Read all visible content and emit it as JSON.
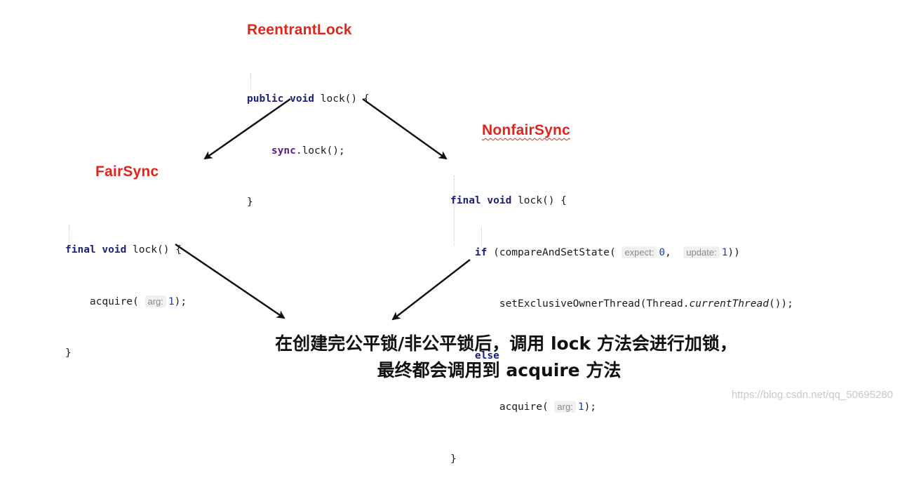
{
  "titles": {
    "reentrant": "ReentrantLock",
    "fair": "FairSync",
    "nonfair": "NonfairSync"
  },
  "reentrant_code": {
    "l1_kw": "public void",
    "l1_rest": " lock() {",
    "l2_sync": "sync",
    "l2_rest": ".lock();",
    "l3": "}"
  },
  "fair_code": {
    "l1_kw": "final void",
    "l1_rest": " lock() {",
    "l2_call": "acquire(",
    "l2_hint": "arg:",
    "l2_num": "1",
    "l2_end": ");",
    "l3": "}"
  },
  "nonfair_code": {
    "l1_kw": "final void",
    "l1_rest": " lock() {",
    "l2_if": "if",
    "l2_call": " (compareAndSetState(",
    "l2_hint1": "expect:",
    "l2_num1": "0",
    "l2_comma": ",",
    "l2_hint2": "update:",
    "l2_num2": "1",
    "l2_end": "))",
    "l3_call": "setExclusiveOwnerThread(Thread.",
    "l3_italic": "currentThread",
    "l3_end": "());",
    "l4_else": "else",
    "l5_call": "acquire(",
    "l5_hint": "arg:",
    "l5_num": "1",
    "l5_end": ");",
    "l6": "}"
  },
  "caption": {
    "line1": "在创建完公平锁/非公平锁后，调用 lock 方法会进行加锁，",
    "line2": "最终都会调用到 acquire 方法"
  },
  "watermark": "https://blog.csdn.net/qq_50695280",
  "colors": {
    "title_red": "#e0261c",
    "keyword": "#1b1f7a",
    "number": "#1a3db5"
  }
}
